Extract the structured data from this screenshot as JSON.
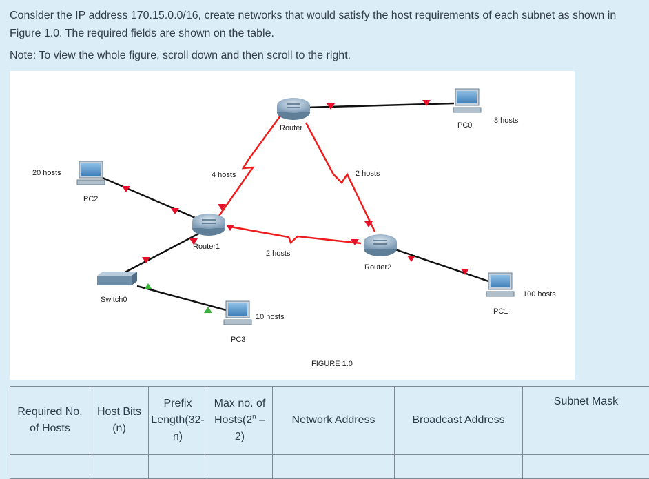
{
  "question": {
    "text": "Consider the IP address 170.15.0.0/16, create networks that would satisfy the host requirements of each subnet as shown in Figure 1.0. The required fields are shown on the table.",
    "note": "Note: To view the whole figure, scroll down and then scroll to the right."
  },
  "figure": {
    "caption": "FIGURE 1.0",
    "devices": {
      "router": "Router",
      "router1": "Router1",
      "router2": "Router2",
      "switch0": "Switch0",
      "pc0": "PC0",
      "pc1": "PC1",
      "pc2": "PC2",
      "pc3": "PC3"
    },
    "host_labels": {
      "pc0": "8 hosts",
      "pc1": "100 hosts",
      "pc2": "20 hosts",
      "pc3": "10 hosts",
      "router_router1": "4 hosts",
      "router_router2": "2 hosts",
      "router1_router2": "2 hosts"
    },
    "colors": {
      "serial_link": "#ee1c1c",
      "ethernet_link": "#111111",
      "port_down": "#e6102a",
      "port_up": "#3bb33b",
      "device_blue": "#6aa3cc"
    }
  },
  "table": {
    "headers": {
      "required": "Required No. of Hosts",
      "host_bits": "Host Bits (n)",
      "prefix_pre": "Prefix Length(32-",
      "prefix_post": "n)",
      "max_pre": "Max no. of Hosts(2",
      "max_sup": "n",
      "max_post": " – 2)",
      "network": "Network Address",
      "broadcast": "Broadcast Address",
      "mask": "Subnet Mask"
    }
  }
}
